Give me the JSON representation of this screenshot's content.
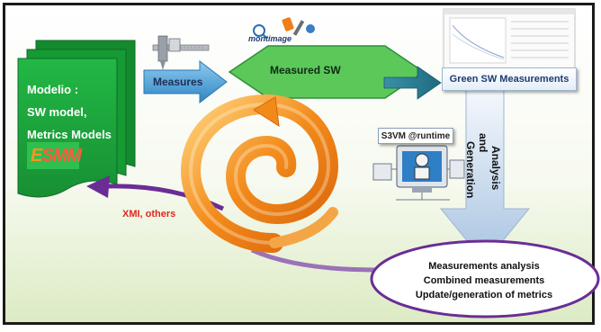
{
  "colors": {
    "doc_green": "#1faa3c",
    "diamond_green": "#5cc85a",
    "measures_arrow": "#4aa3d8",
    "purple": "#6a2d95",
    "xmi_red": "#e0281e",
    "spiral_orange": "#f28a1a"
  },
  "modelio_doc": {
    "line1": "Modelio :",
    "line2": "SW model,",
    "line3": "Metrics Models",
    "logo_text": "ESMM"
  },
  "caliper_icon": "caliper-icon",
  "measures_arrow_label": "Measures",
  "montimage_logo": "montimage",
  "measured_sw_label": "Measured SW",
  "green_sw_label": "Green SW Measurements",
  "s3vm_label": "S3VM @runtime",
  "analysis_arrow_label_line1": "Analysis",
  "analysis_arrow_label_line2": "and",
  "analysis_arrow_label_line3": "Generation",
  "xmi_label": "XMI, others",
  "ellipse": {
    "line1": "Measurements analysis",
    "line2": "Combined measurements",
    "line3": "Update/generation of metrics"
  }
}
